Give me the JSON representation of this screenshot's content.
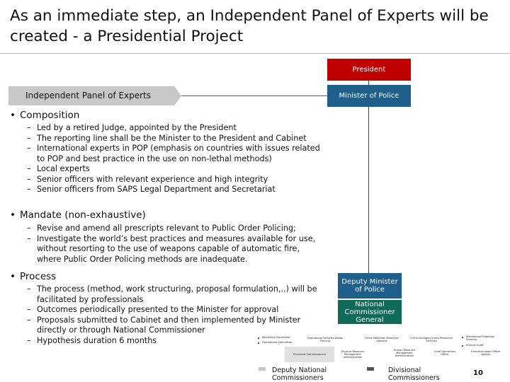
{
  "slide": {
    "title": "As an immediate step, an Independent Panel of Experts will be created  - a Presidential Project",
    "page_number": "10"
  },
  "org": {
    "president": "President",
    "minister": "Minister of Police",
    "panel": "Independent Panel of Experts",
    "deputy_minister": "Deputy Minister of Police",
    "ncg": "National Commissioner General"
  },
  "sections": {
    "composition": {
      "heading": "Composition",
      "items": [
        "Led by a retired Judge, appointed by the President",
        "The reporting line shall be the Minister to the President and Cabinet",
        "International experts in POP (emphasis on countries with issues related to POP and best practice in the use on non-lethal methods)",
        "Local experts",
        "Senior officers with relevant experience and high integrity",
        "Senior officers from SAPS Legal Department and Secretariat"
      ]
    },
    "mandate": {
      "heading": "Mandate (non-exhaustive)",
      "items": [
        "Revise and amend all prescripts relevant to Public Order Policing;",
        "Investigate the world’s best practices and measures available for use, without resorting to the use of weapons capable of automatic fire, where Public Order Policing methods are inadequate."
      ]
    },
    "process": {
      "heading": "Process",
      "items": [
        "The process (method, work structuring, proposal formulation,..) will be facilitated by professionals",
        "Outcomes periodically presented to the Minister for approval",
        "Proposals submitted to Cabinet and then implemented by Minister directly or through National Commissioner",
        "Hypothesis duration 6 months"
      ]
    }
  },
  "mini_org": {
    "left_bullets": [
      "Ministerial Committee",
      "Operational Committee"
    ],
    "row1": [
      "Operational Services Visible Policing",
      "Crime Detection Detective Services",
      "Crime Intelligence and Protection Services"
    ],
    "right_bullets": [
      "Presidential Protection Services",
      "Internal Audit"
    ],
    "row2": [
      "Provincial Commissioners",
      "Physical Resource Management Administration",
      "Human Resource Management Administration",
      "Chief Operations Officer",
      "Executive Legal Officer Advisor"
    ]
  },
  "legend": {
    "deputy_national": "Deputy National Commissioners",
    "divisional": "Divisional Commissioners"
  },
  "colors": {
    "president": "#c00000",
    "minister": "#1f5f8b",
    "ncg": "#0f6a5a",
    "panel": "#c8c8c8"
  }
}
